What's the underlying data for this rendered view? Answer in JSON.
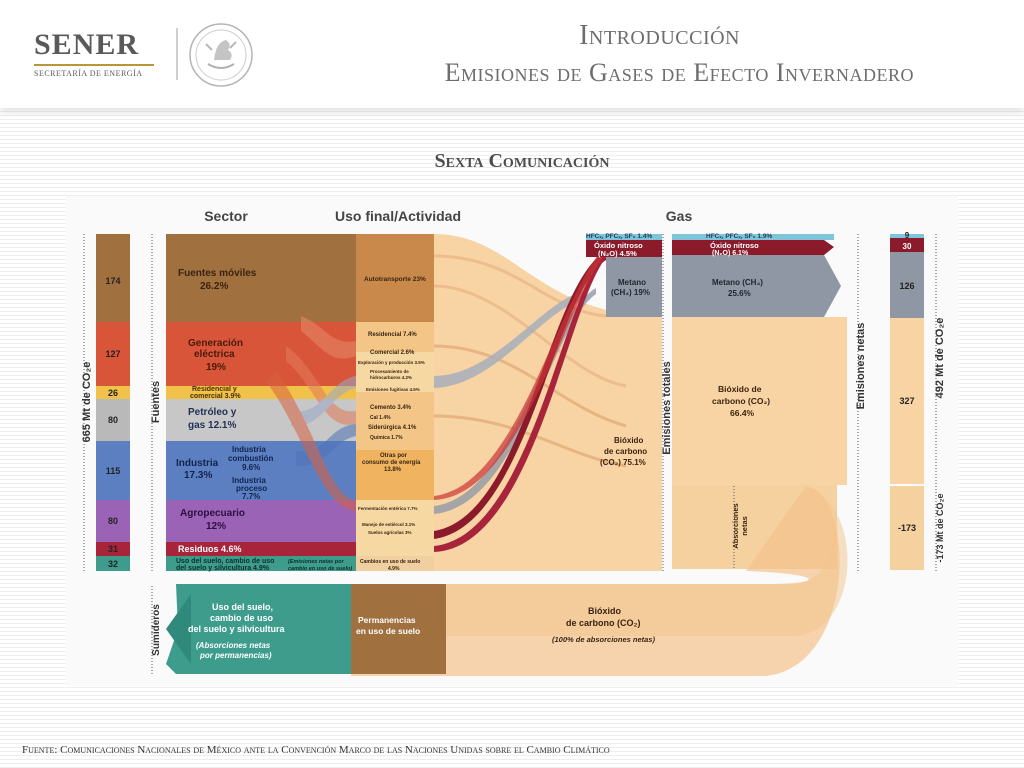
{
  "header": {
    "logo_name": "SENER",
    "logo_subtitle": "SECRETARÍA DE ENERGÍA",
    "title": "Introducción",
    "subtitle": "Emisiones de Gases de Efecto Invernadero"
  },
  "section_title": "Sexta Comunicación",
  "diagram": {
    "col_headers": {
      "sector": "Sector",
      "uso": "Uso final/Actividad",
      "gas": "Gas"
    },
    "axis_labels": {
      "total": "665 Mt de CO₂e",
      "fuentes": "Fuentes",
      "sumideros": "Sumideros",
      "emisiones_totales": "Emisiones totales",
      "emisiones_netas": "Emisiones netas",
      "net_total": "492 Mt de CO₂e",
      "net_absorb": "-173 Mt de CO₂e"
    },
    "left_values": [
      "174",
      "127",
      "26",
      "80",
      "115",
      "80",
      "31",
      "32"
    ],
    "sectors": {
      "fuentes_moviles": "Fuentes móviles",
      "fuentes_moviles_pct": "26.2%",
      "generacion": "Generación",
      "electrica": "eléctrica",
      "generacion_pct": "19%",
      "residencial": "Residencial y",
      "residencial2": "comercial 3.9%",
      "petroleo": "Petróleo y",
      "petroleo2": "gas 12.1%",
      "industria": "Industria",
      "industria_pct": "17.3%",
      "ind_comb": "Industria",
      "ind_comb2": "combustión",
      "ind_comb_pct": "9.6%",
      "ind_proc": "Industria",
      "ind_proc2": "proceso",
      "ind_proc_pct": "7.7%",
      "agropecuario": "Agropecuario",
      "agropecuario_pct": "12%",
      "residuos": "Residuos 4.6%",
      "uso_suelo": "Uso del suelo, cambio de uso",
      "uso_suelo2": "del suelo y silvicultura 4.9%",
      "emis_netas_note": "(Emisiones netas por",
      "emis_netas_note2": "cambio en uso de suelo)"
    },
    "activities": {
      "autotransporte": "Autotransporte 23%",
      "residencial": "Residencial 7.4%",
      "comercial": "Comercial 2.6%",
      "exploracion": "Exploración y producción 3.5%",
      "procesamiento": "Procesamiento de",
      "procesamiento2": "hidrocarburos 4.2%",
      "fugitivas": "Emisiones fugitivas 4.5%",
      "cemento": "Cemento 3.4%",
      "cal": "Cal 1.4%",
      "siderurgica": "Siderúrgica 4.1%",
      "quimica": "Química 1.7%",
      "otras": "Otras por",
      "otras2": "consumo de energía",
      "otras_pct": "13.8%",
      "fermentacion": "Fermentación entérica 7.7%",
      "manejo": "Manejo de estiércol 3.1%",
      "suelos": "Suelos agrícolas 3%",
      "cambios": "Cambios en uso de suelo",
      "cambios_pct": "4.9%"
    },
    "gases": {
      "hfc_left": "HFCₓ, PFCₓ, SF₆ 1.4%",
      "n2o_left": "Óxido nitroso",
      "n2o_left_pct": "(N₂O) 4.5%",
      "ch4_left": "Metano",
      "ch4_left_pct": "(CH₄) 19%",
      "co2_left": "Bióxido",
      "co2_left2": "de carbono",
      "co2_left_pct": "(CO₂) 75.1%",
      "hfc_right": "HFCₓ, PFCₓ, SF₆ 1.9%",
      "n2o_right": "Óxido nitroso",
      "n2o_right_pct": "(N₂O) 6.1%",
      "ch4_right": "Metano (CH₄)",
      "ch4_right_pct": "25.6%",
      "co2_right": "Bióxido de",
      "co2_right2": "carbono (CO₂)",
      "co2_right_pct": "66.4%",
      "absorciones": "Absorciones",
      "absorciones2": "netas"
    },
    "sinks": {
      "uso_suelo": "Uso del suelo,",
      "uso_suelo2": "cambio de uso",
      "uso_suelo3": "del suelo y silvicultura",
      "note": "(Absorciones netas",
      "note2": "por permanencias)",
      "permanencias": "Permanencias",
      "permanencias2": "en uso de suelo",
      "co2": "Bióxido",
      "co2_2": "de carbono (CO₂)",
      "co2_note": "(100% de absorciones netas)"
    },
    "right_values": [
      "9",
      "30",
      "126",
      "327",
      "-173"
    ]
  },
  "source_note": "Fuente: Comunicaciones Nacionales de México ante la Convención Marco de las Naciones Unidas sobre el Cambio Climático",
  "colors": {
    "brown": "#a0703f",
    "red": "#d8553a",
    "yellow": "#f0c24a",
    "gray": "#b9b9b9",
    "blue": "#5b7fc0",
    "purple": "#9a63b5",
    "darkred": "#a8243a",
    "teal": "#3e9c8c",
    "peach": "#f8d3a4",
    "orange": "#f3b66c",
    "slate": "#8e97a3",
    "maroon": "#8b1a2b",
    "cyan": "#7fc4d8"
  }
}
